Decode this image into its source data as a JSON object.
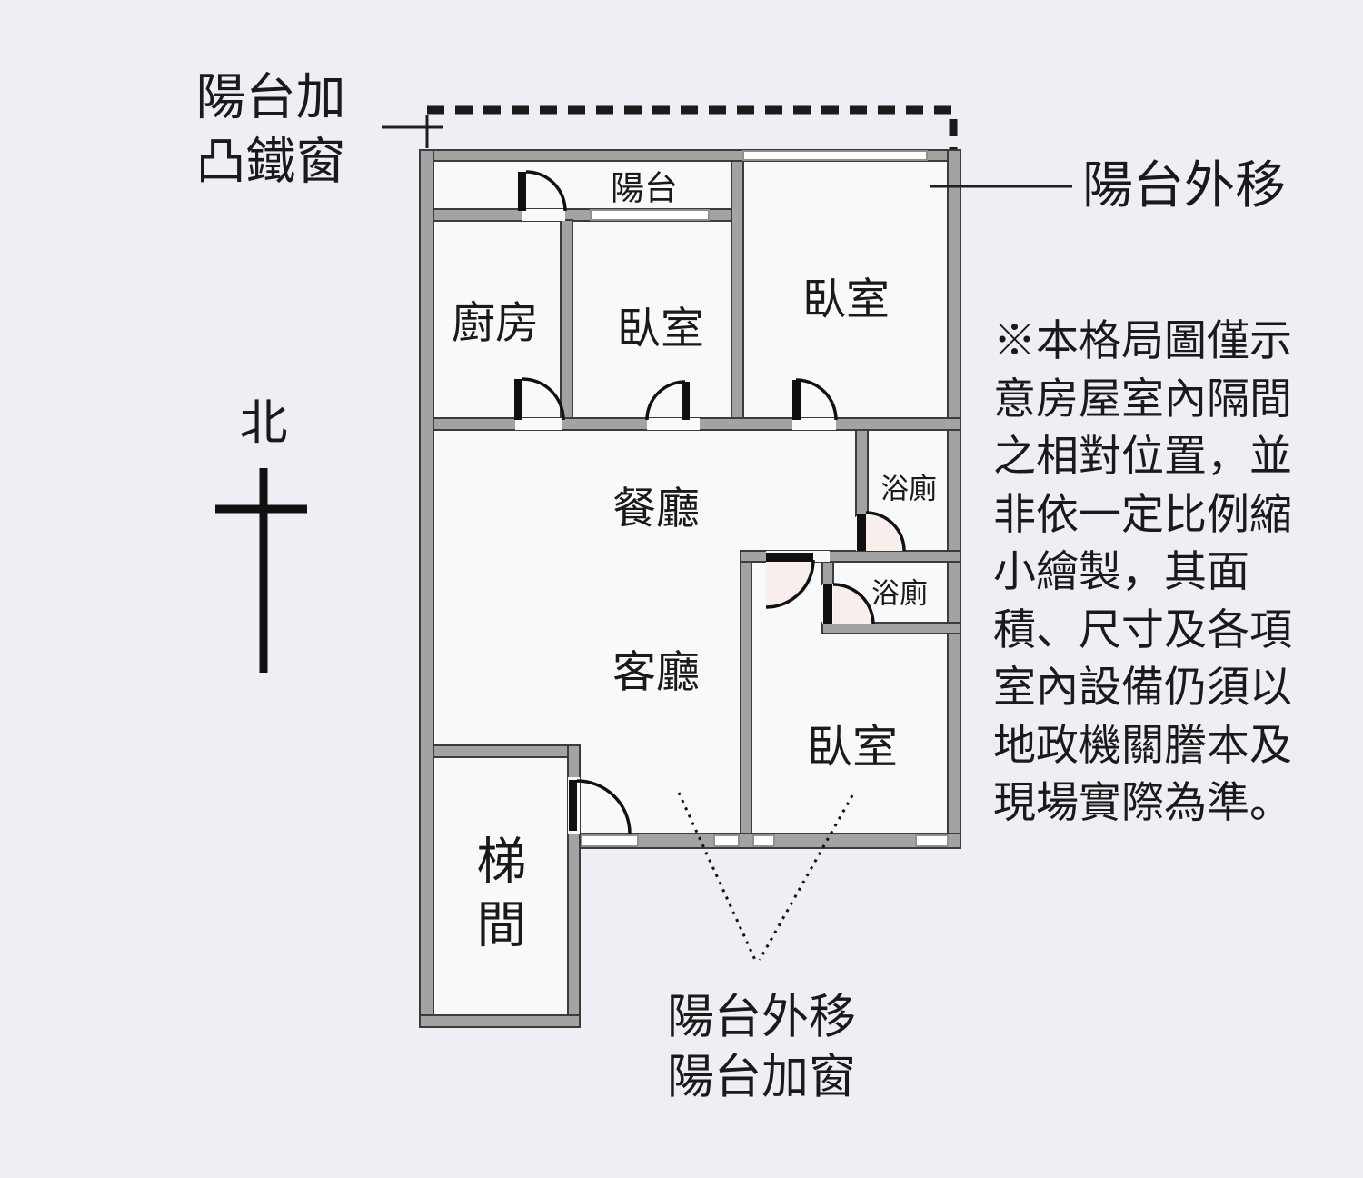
{
  "title": "房屋格局圖",
  "colors": {
    "bg": "#edeff4",
    "room": "#f8f9fb",
    "wall": "#a3a3a3",
    "walledge": "#3c3c3c",
    "swing": "#f8efec",
    "ink": "#1a1a1a"
  },
  "compass": {
    "north_label": "北"
  },
  "annotations": {
    "top_left_line1": "陽台加",
    "top_left_line2": "凸鐵窗",
    "right": "陽台外移",
    "bottom_line1": "陽台外移",
    "bottom_line2": "陽台加窗"
  },
  "rooms": {
    "balcony": "陽台",
    "kitchen": "廚房",
    "bedroom_top_middle": "臥室",
    "bedroom_top_right": "臥室",
    "dining": "餐廳",
    "bath_upper": "浴廁",
    "bath_lower": "浴廁",
    "living": "客廳",
    "bedroom_bottom": "臥室",
    "stairwell_char1": "梯",
    "stairwell_char2": "間"
  },
  "disclaimer": {
    "lines": [
      "※本格局圖僅示",
      "意房屋室內隔間",
      "之相對位置，並",
      "非依一定比例縮",
      "小繪製，其面",
      "積、尺寸及各項",
      "室內設備仍須以",
      "地政機關謄本及",
      "現場實際為準。"
    ]
  }
}
